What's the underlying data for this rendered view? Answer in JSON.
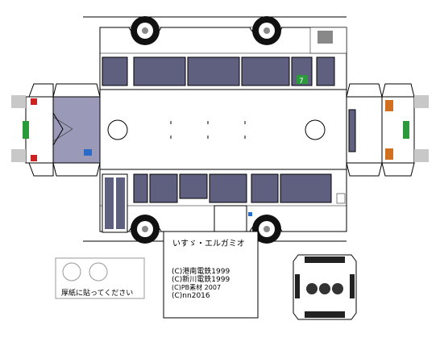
{
  "model_name": "いすゞ・エルガミオ",
  "credits": [
    "(C)港南電鉄1999",
    "(C)新川電鉄1999",
    "(C)PB素材 2007",
    "(C)nn2016"
  ],
  "glue_note": "厚紙に貼ってください",
  "destination_sign": "7",
  "colors": {
    "window": "#5f5f80",
    "window_dark": "#222233",
    "windshield": "#9a9ab8",
    "body": "#ffffff",
    "outline": "#000000",
    "green_sign": "#2a9a3a",
    "tail_light": "#d07020",
    "brake_light": "#cc2222",
    "grey_tab": "#c8c8c8"
  }
}
